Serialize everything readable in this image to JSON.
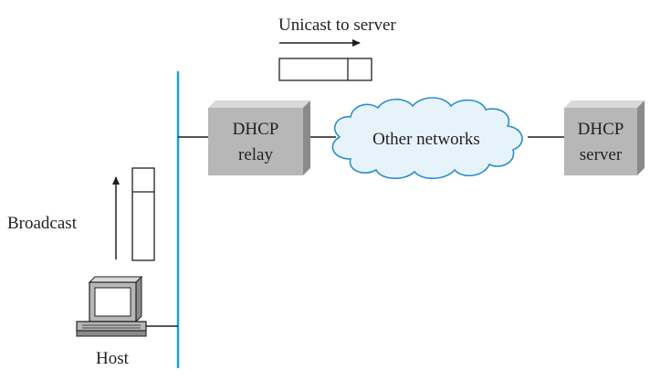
{
  "labels": {
    "unicast": "Unicast to server",
    "broadcast": "Broadcast",
    "host": "Host",
    "relay_line1": "DHCP",
    "relay_line2": "relay",
    "server_line1": "DHCP",
    "server_line2": "server",
    "cloud": "Other networks"
  },
  "colors": {
    "network_line": "#1ea0d2",
    "box_face": "#b7b7b7",
    "box_top": "#d9d9d9",
    "box_side": "#8a8a8a",
    "cloud_fill": "#e6f3fb",
    "cloud_stroke": "#2c8fc9",
    "ink": "#231f20"
  }
}
